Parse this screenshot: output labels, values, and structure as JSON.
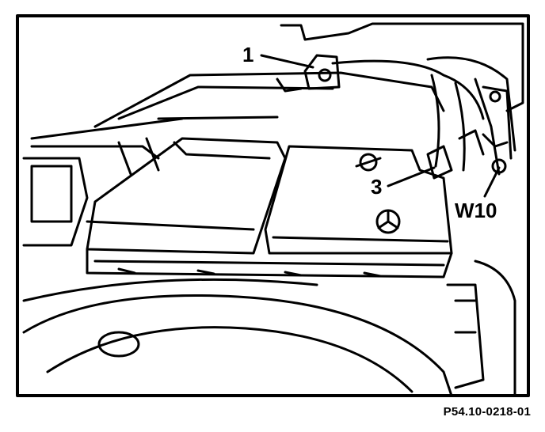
{
  "callouts": [
    {
      "id": "callout-1",
      "label": "1"
    },
    {
      "id": "callout-3",
      "label": "3"
    },
    {
      "id": "callout-w10",
      "label": "W10"
    }
  ],
  "figure_ref": "P54.10-0218-01",
  "colors": {
    "ink": "#000000",
    "paper": "#ffffff"
  }
}
